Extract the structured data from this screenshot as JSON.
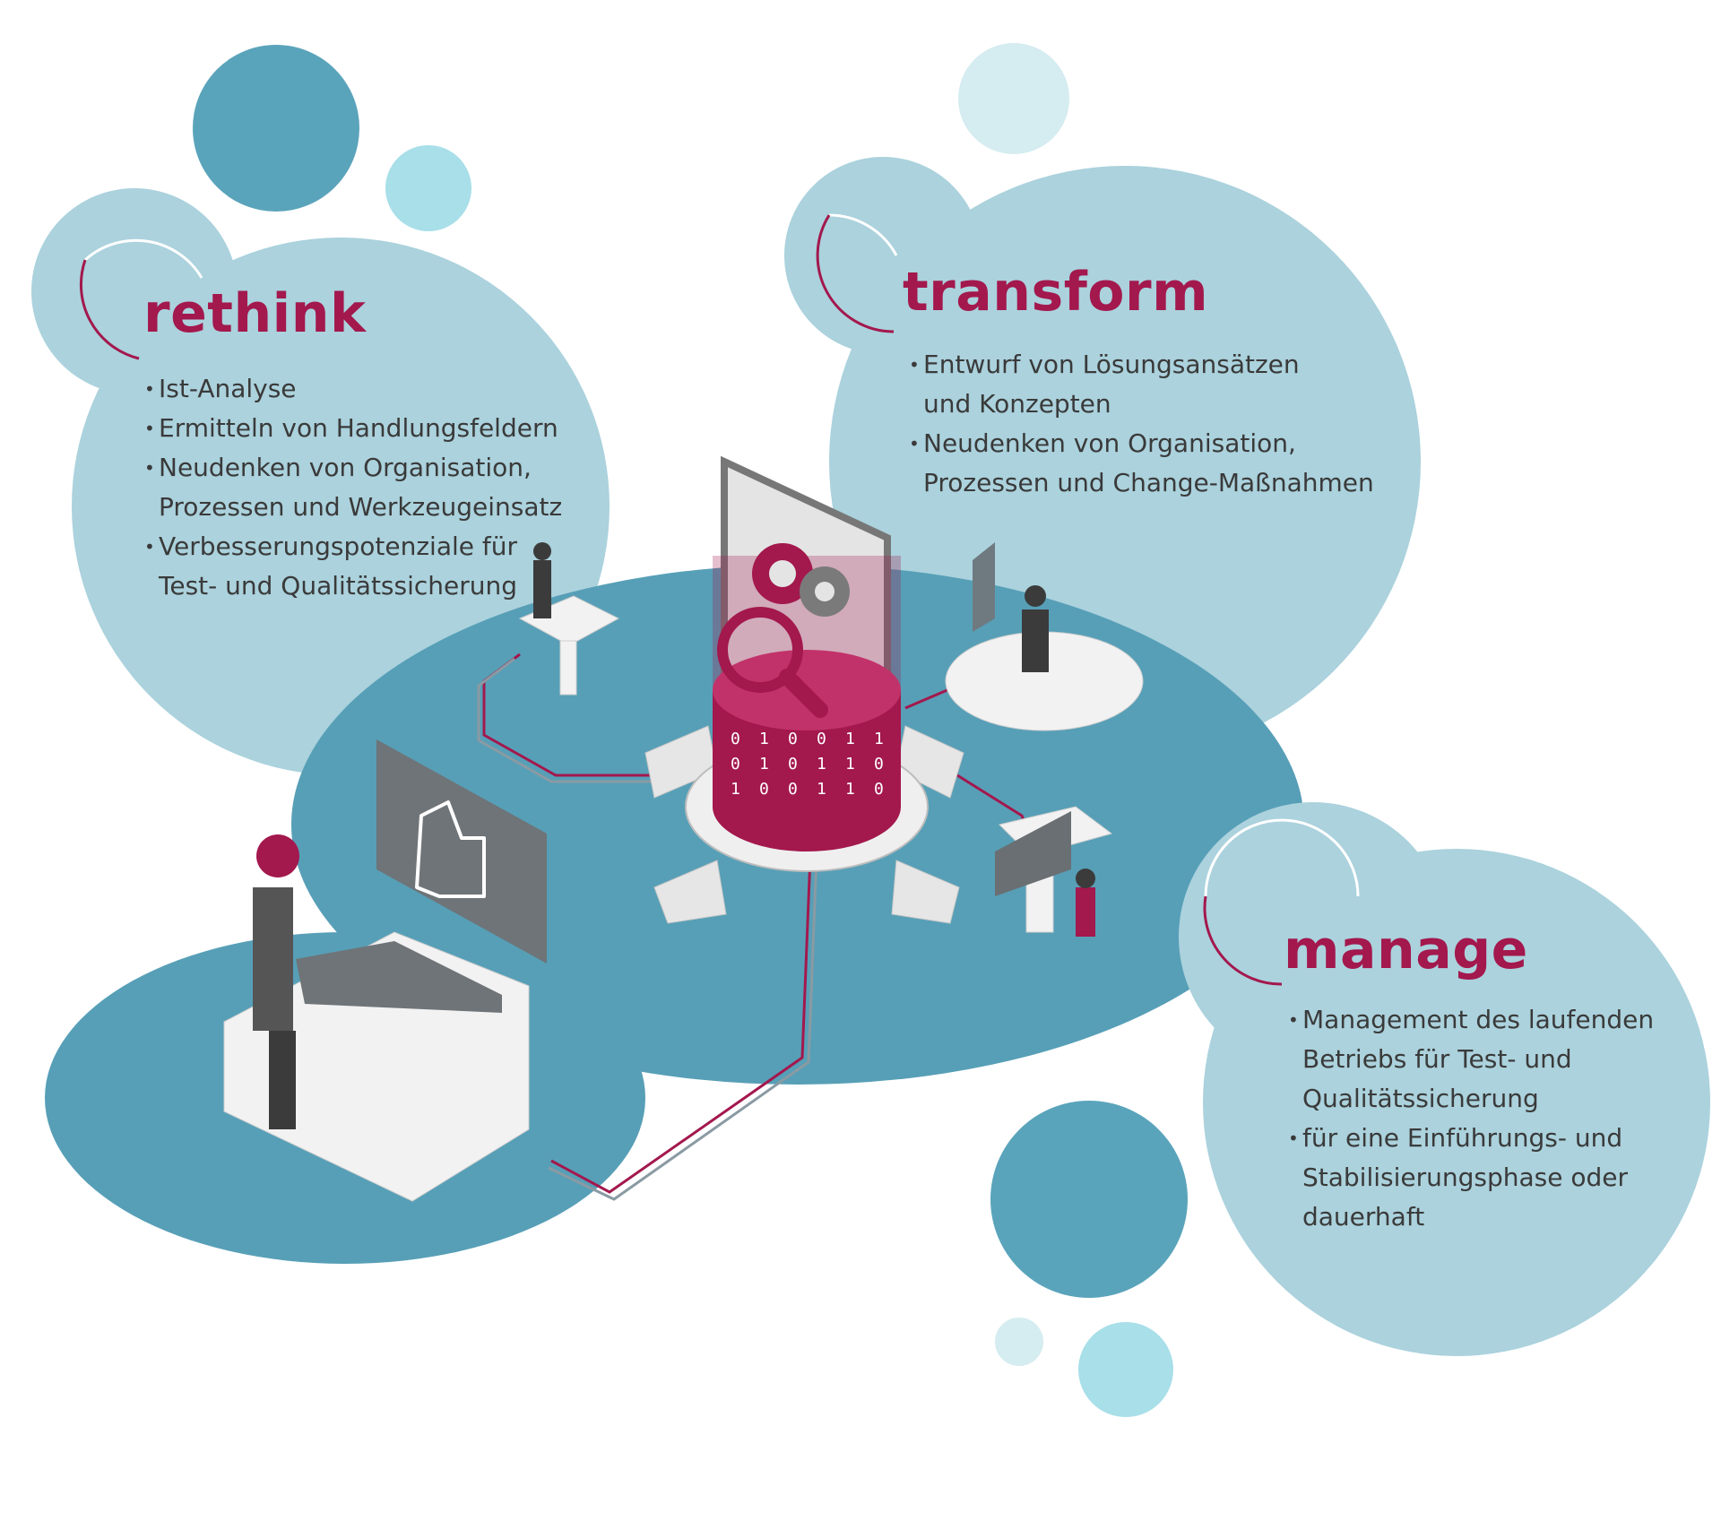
{
  "colors": {
    "accent": "#a3184d",
    "bubble": "#abd2dd",
    "teal": "#5aa4bb",
    "light": "#a8dfe9",
    "pale": "#d5ecf0",
    "dark_text": "#3a3a3a"
  },
  "sections": [
    {
      "title": "rethink",
      "points": [
        "Ist-Analyse",
        "Ermitteln von Handlungsfeldern",
        "Neudenken von Organisation,\nProzessen und Werkzeugeinsatz",
        "Verbesserungspotenziale für\nTest- und Qualitätssicherung"
      ]
    },
    {
      "title": "transform",
      "points": [
        "Entwurf von Lösungsansätzen\nund Konzepten",
        "Neudenken von Organisation,\nProzessen und Change-Maßnahmen"
      ]
    },
    {
      "title": "manage",
      "points": [
        "Management des laufenden\nBetriebs für Test- und\nQualitätssicherung",
        "für eine Einführungs- und\nStabilisierungsphase oder\ndauerhaft"
      ]
    }
  ],
  "illustration": {
    "icons": [
      "gears-icon",
      "magnifier-icon",
      "thumbs-up-icon"
    ],
    "binary_digits": [
      "0",
      "1",
      "0",
      "0",
      "1",
      "1",
      "0",
      "1",
      "0",
      "1",
      "1",
      "0",
      "1",
      "0",
      "0",
      "1",
      "1",
      "0"
    ]
  }
}
